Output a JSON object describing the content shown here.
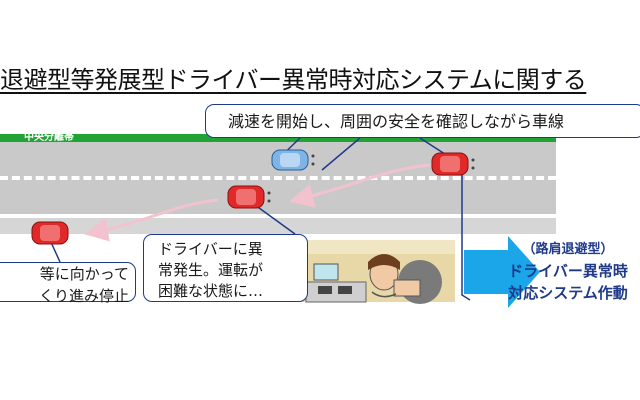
{
  "title": "退避型等発展型ドライバー異常時対応システムに関する",
  "road": {
    "median_label": "中央分離帯"
  },
  "bubbles": {
    "top_text": "減速を開始し、周囲の安全を確認しながら車線",
    "left_text": [
      "等に向かって",
      "くり進み停止"
    ],
    "middle_text": [
      "ドライバーに異",
      "常発生。運転が",
      "困難な状態に…"
    ]
  },
  "result": {
    "line1": "（路肩退避型）",
    "line2": "ドライバー異常時",
    "line3": "対応システム作動"
  },
  "colors": {
    "median": "#22a336",
    "road": "#c9c9c9",
    "car_red": "#e02a2a",
    "car_blue": "#7fb4e6",
    "arrow_blue": "#1aa6e8",
    "bubble_border": "#1f3a8a"
  }
}
